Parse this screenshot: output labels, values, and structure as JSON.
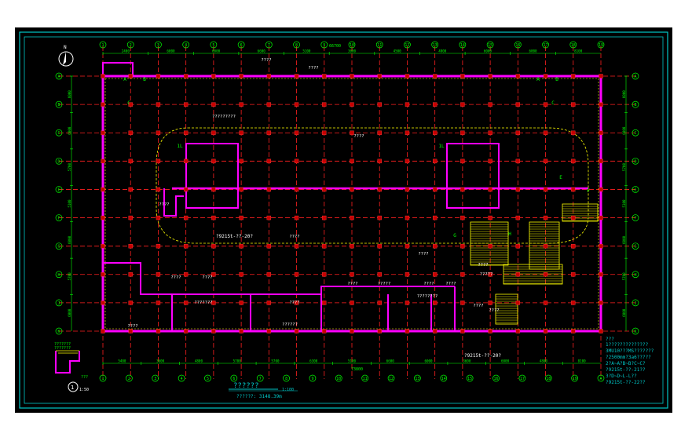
{
  "drawing": {
    "title": "??????",
    "scale": "1:100",
    "area_line": "??????: 3148.39m",
    "north_mark": "N",
    "detail_callout_number": "1",
    "detail_scale": "1:50"
  },
  "colors": {
    "background": "#000000",
    "frame": "#00c8c8",
    "wall": "#ff00ff",
    "hatch": "#ffff00",
    "grid_line": "#ff2020",
    "dimension": "#00ff00",
    "text": "#ffffff",
    "column": "#c80000"
  },
  "top_axis_labels": [
    "1",
    "2",
    "3",
    "4",
    "5",
    "6",
    "7",
    "8",
    "9",
    "10",
    "11",
    "12",
    "13",
    "14",
    "15",
    "16",
    "17",
    "18",
    "19"
  ],
  "top_dimensions": [
    "2400",
    "6000",
    "6000",
    "6600",
    "5100",
    "3600",
    "4500",
    "4800",
    "6000",
    "6000",
    "8100"
  ],
  "top_total": "66700",
  "bottom_axis_labels": [
    "1",
    "2",
    "3",
    "4",
    "5",
    "6",
    "7",
    "8",
    "9",
    "10",
    "11",
    "12",
    "13",
    "14",
    "15",
    "16",
    "17",
    "18",
    "19",
    "A"
  ],
  "bottom_dimensions": [
    "5400",
    "3600",
    "4800",
    "5700",
    "5700",
    "6300",
    "5100",
    "6600",
    "6000",
    "3600",
    "6000",
    "4800",
    "8100"
  ],
  "bottom_total": "73800",
  "left_axis_labels": [
    "A",
    "B",
    "C",
    "D",
    "E",
    "F",
    "G",
    "H",
    "J",
    "K"
  ],
  "right_axis_labels": [
    "A",
    "B",
    "C",
    "D",
    "E",
    "F",
    "G",
    "H",
    "J",
    "K"
  ],
  "left_dimensions": [
    "6000",
    "6000",
    "5700",
    "5100",
    "6000",
    "5700",
    "6000"
  ],
  "right_dimensions": [
    "6000",
    "6000",
    "5700",
    "5100",
    "6000",
    "5700",
    "6000"
  ],
  "room_labels": [
    "????",
    "????",
    "????",
    "???????",
    "????",
    "????",
    "????",
    "????",
    "????",
    "????",
    "????",
    "?????????",
    "????",
    "????",
    "?????",
    "????",
    "????",
    "?????",
    "????????",
    "????",
    "??????",
    "????"
  ],
  "stair_labels": [
    "1L",
    "1L",
    "A",
    "B",
    "C",
    "A",
    "B",
    "C",
    "E",
    "F",
    "G",
    "H"
  ],
  "leaders": [
    "?9215t-??-20?",
    "?9215t-??-20?"
  ],
  "notes": [
    "???",
    "1??????????????",
    "3MU10???MS???????",
    "?2500mm?3a6?????",
    "2?A~A?B~B?C~C?",
    "?9215t-??-21??",
    "3?D~D~L-L??",
    "?9215t-??-22??"
  ],
  "detail_texts": [
    "???????",
    "???????",
    "???"
  ]
}
